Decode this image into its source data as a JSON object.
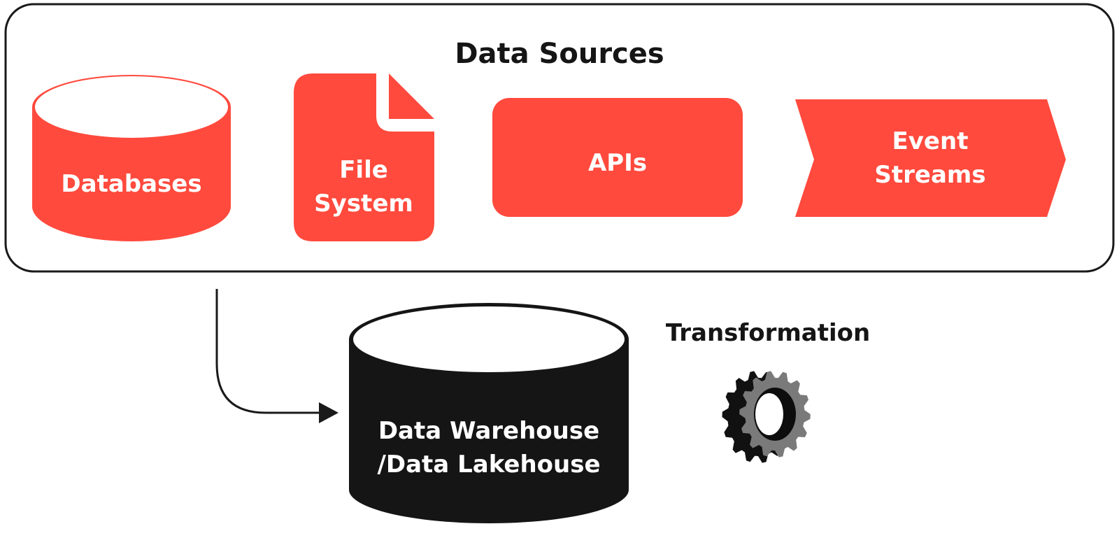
{
  "colors": {
    "accent": "#FF4A3D",
    "dark": "#151515",
    "outline": "#1a1a1a",
    "white": "#ffffff",
    "gear_face": "#7a7a7a"
  },
  "sources_panel": {
    "title": "Data Sources",
    "items": [
      {
        "id": "databases",
        "icon": "cylinder-icon",
        "lines": [
          "Databases"
        ]
      },
      {
        "id": "file-system",
        "icon": "document-icon",
        "lines": [
          "File",
          "System"
        ]
      },
      {
        "id": "apis",
        "icon": "rounded-box-icon",
        "lines": [
          "APIs"
        ]
      },
      {
        "id": "event-streams",
        "icon": "chevron-arrow-icon",
        "lines": [
          "Event",
          "Streams"
        ]
      }
    ]
  },
  "warehouse": {
    "icon": "cylinder-icon",
    "lines": [
      "Data Warehouse",
      "/Data Lakehouse"
    ]
  },
  "transformation": {
    "label": "Transformation",
    "icon": "gear-icon"
  }
}
